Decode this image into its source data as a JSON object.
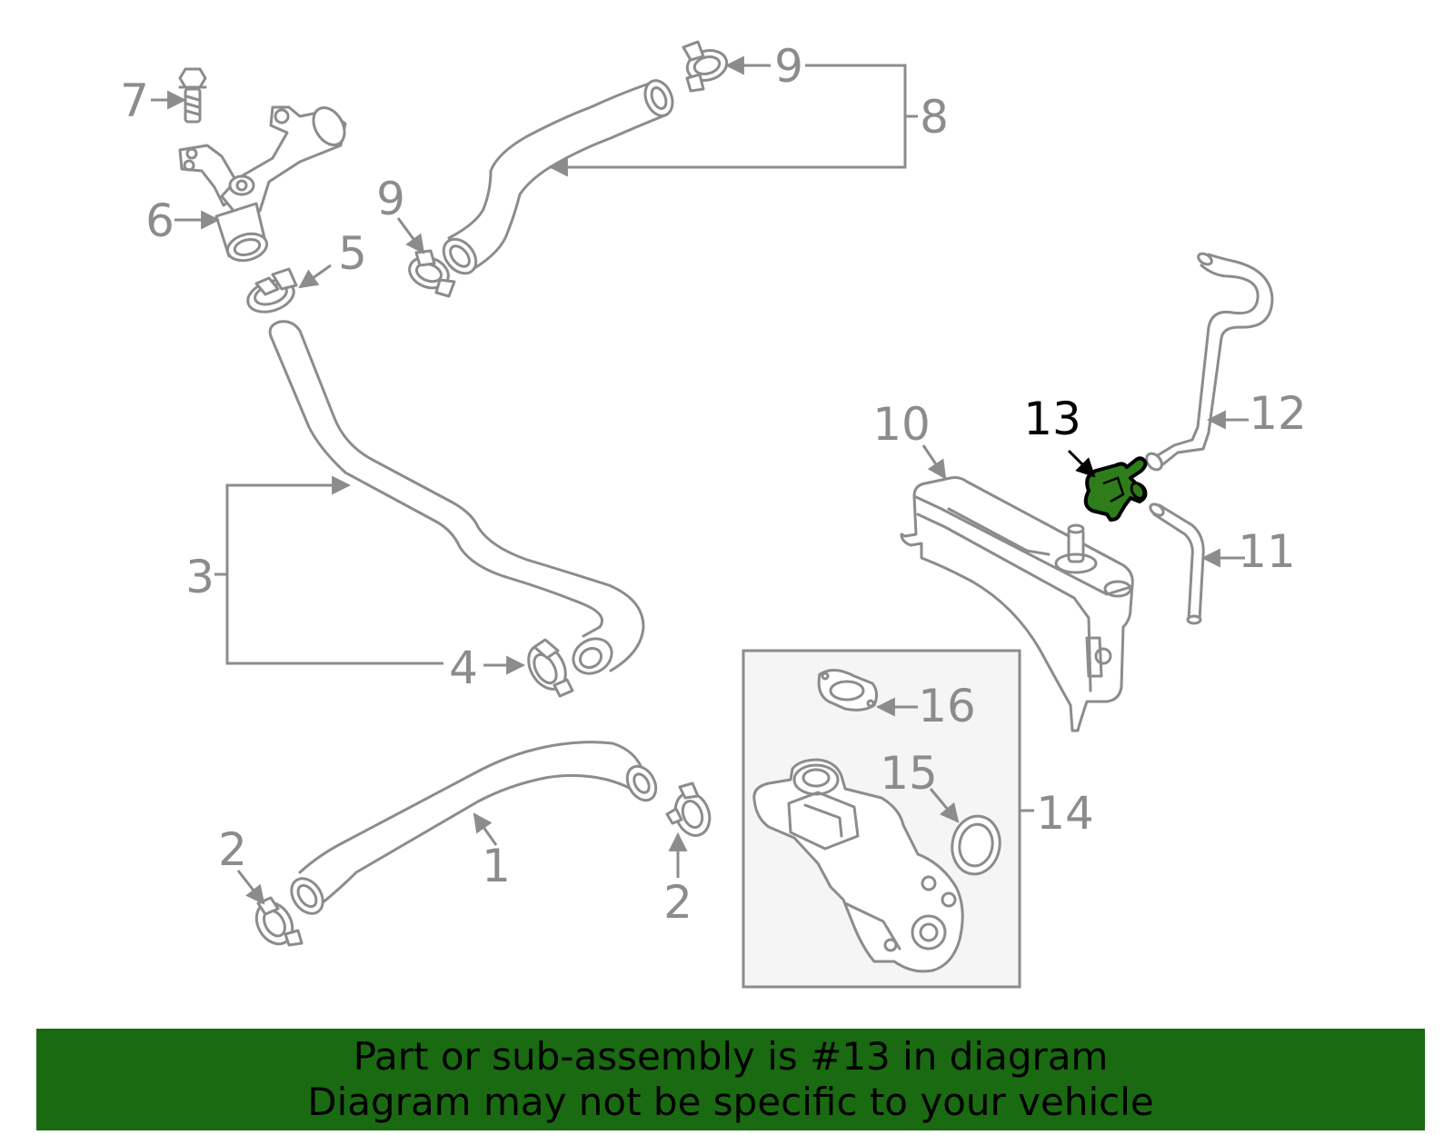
{
  "colors": {
    "line": "#8c8c8c",
    "highlight": "#2e7d1a",
    "highlight_outline": "#000000",
    "banner_bg": "#1a6a12",
    "banner_text": "#000000",
    "subassembly_box_bg": "#f5f5f5"
  },
  "labels": {
    "p1": "1",
    "p2a": "2",
    "p2b": "2",
    "p3": "3",
    "p4": "4",
    "p5": "5",
    "p6": "6",
    "p7": "7",
    "p8": "8",
    "p9a": "9",
    "p9b": "9",
    "p10": "10",
    "p11": "11",
    "p12": "12",
    "p13": "13",
    "p14": "14",
    "p15": "15",
    "p16": "16"
  },
  "highlighted_part": "13",
  "banner": {
    "line1": "Part or sub-assembly is #13 in diagram",
    "line2": "Diagram may not be specific to your vehicle"
  }
}
